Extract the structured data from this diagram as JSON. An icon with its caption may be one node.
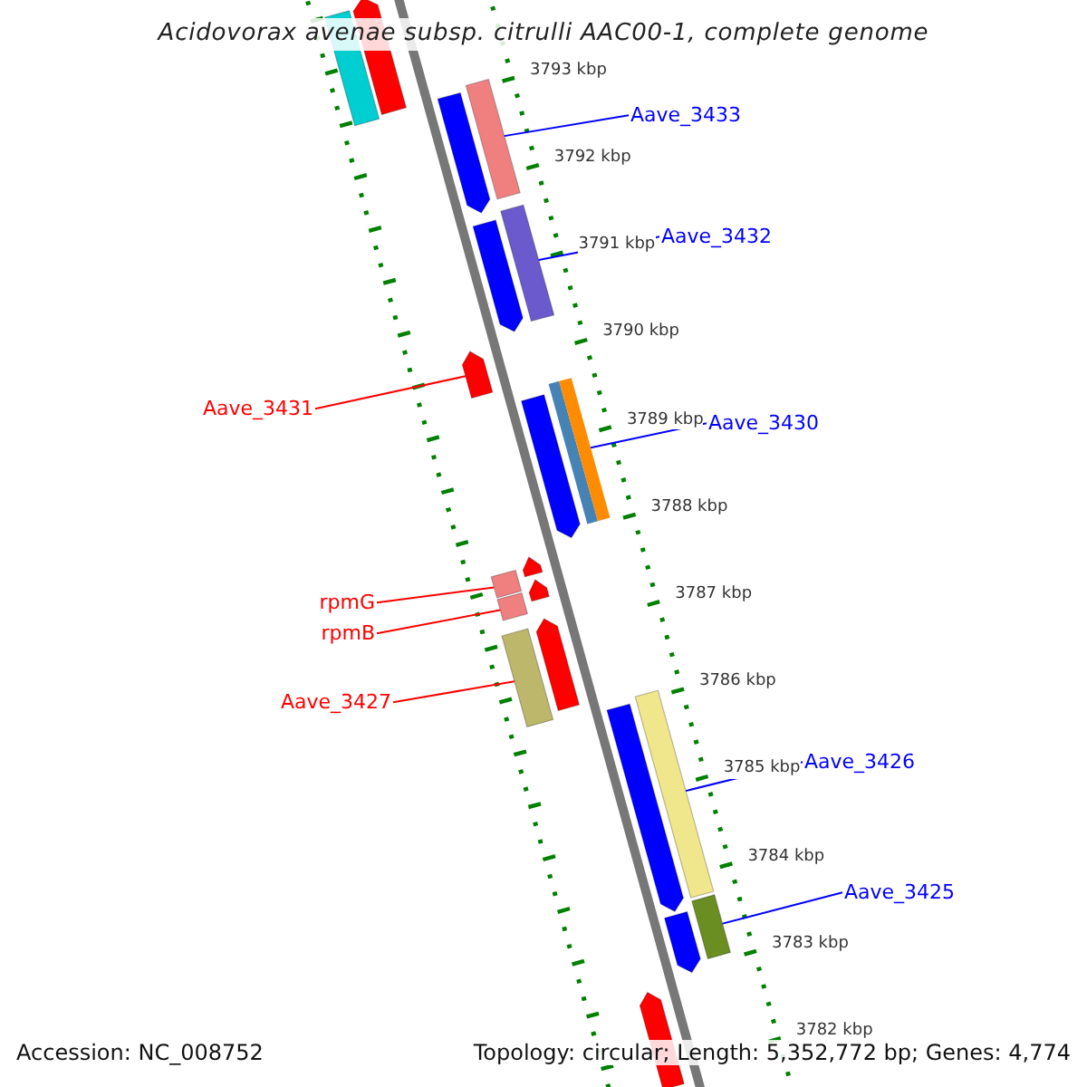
{
  "diagram": {
    "title": "Acidovorax avenae subsp. citrulli AAC00-1, complete genome",
    "nodes": [
      {
        "text": [],
        "shape": "bar"
      },
      {
        "text": [],
        "shape": "arrow"
      },
      {
        "text": [
          "Aave_3433"
        ]
      },
      {
        "text": [],
        "shape": "arrow"
      },
      {
        "text": [],
        "shape": "bar"
      },
      {
        "text": [
          "Aave_3432"
        ]
      },
      {
        "text": [],
        "shape": "arrow"
      },
      {
        "text": [],
        "shape": "bar"
      },
      {
        "text": [
          "Aave_3431"
        ]
      },
      {
        "text": [],
        "shape": "arrow"
      },
      {
        "text": [
          "Aave_3430"
        ]
      },
      {
        "text": [],
        "shape": "arrow"
      },
      {
        "text": [],
        "shape": "bar"
      },
      {
        "text": [],
        "shape": "arrow"
      },
      {
        "text": [
          "rpmG"
        ]
      },
      {
        "text": [],
        "shape": "bar"
      },
      {
        "text": [],
        "shape": "arrow"
      },
      {
        "text": [
          "rpmB"
        ]
      },
      {
        "text": [],
        "shape": "bar"
      },
      {
        "text": [
          "Aave_3427"
        ]
      },
      {
        "text": [],
        "shape": "arrow"
      },
      {
        "text": [],
        "shape": "bar"
      },
      {
        "text": [
          "Aave_3426"
        ]
      },
      {
        "text": [],
        "shape": "arrow"
      },
      {
        "text": [],
        "shape": "bar"
      },
      {
        "text": [
          "Aave_3425"
        ]
      },
      {
        "text": [],
        "shape": "arrow"
      },
      {
        "text": [],
        "shape": "bar"
      },
      {
        "text": [],
        "shape": "arrow"
      }
    ],
    "edges": [
      {
        "from": 2,
        "to": 4,
        "arrow": "none"
      },
      {
        "from": 5,
        "to": 7,
        "arrow": "none"
      },
      {
        "from": 8,
        "to": 9,
        "arrow": "none",
        "color": "#ff0000"
      },
      {
        "from": 10,
        "to": 12,
        "arrow": "none"
      },
      {
        "from": 14,
        "to": 15,
        "arrow": "none",
        "color": "#ff0000"
      },
      {
        "from": 17,
        "to": 18,
        "arrow": "none",
        "color": "#ff0000"
      },
      {
        "from": 19,
        "to": 21,
        "arrow": "none",
        "color": "#ff0000"
      },
      {
        "from": 22,
        "to": 24,
        "arrow": "none"
      },
      {
        "from": 25,
        "to": 27,
        "arrow": "none"
      }
    ],
    "labels": [
      "3793 kbp",
      "3792 kbp",
      "3791 kbp",
      "3790 kbp",
      "3789 kbp",
      "3788 kbp",
      "3787 kbp",
      "3786 kbp",
      "3785 kbp",
      "3784 kbp",
      "3783 kbp",
      "3782 kbp",
      "Accession: NC_008752",
      "Topology: circular; Length: 5,352,772 bp; Genes: 4,774"
    ]
  }
}
